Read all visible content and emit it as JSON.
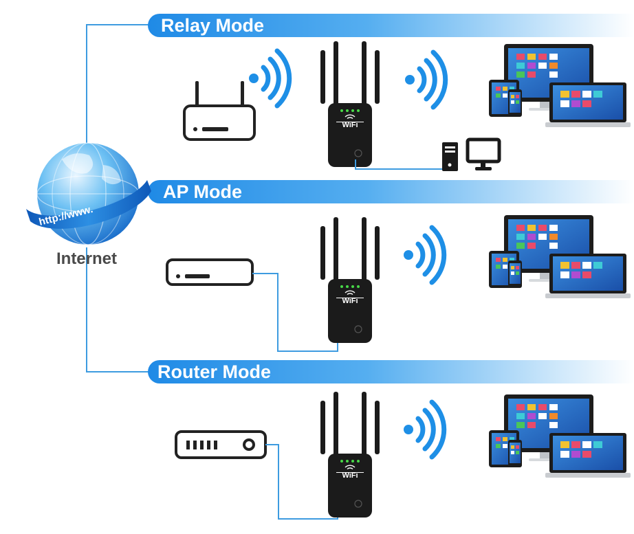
{
  "modes": [
    {
      "label": "Relay Mode"
    },
    {
      "label": "AP Mode"
    },
    {
      "label": "Router Mode"
    }
  ],
  "internet": {
    "label": "Internet",
    "globe_text": "http://www."
  },
  "extender": {
    "brand": "WiFi"
  },
  "colors": {
    "accent": "#1e8fe6",
    "wire": "#3d9be0",
    "device": "#1b1b1b",
    "outline": "#222222"
  },
  "icons": [
    "globe-icon",
    "router-icon",
    "wifi-signal-icon",
    "extender-icon",
    "devices-icon",
    "desktop-pc-icon",
    "modem-icon",
    "switch-icon"
  ]
}
